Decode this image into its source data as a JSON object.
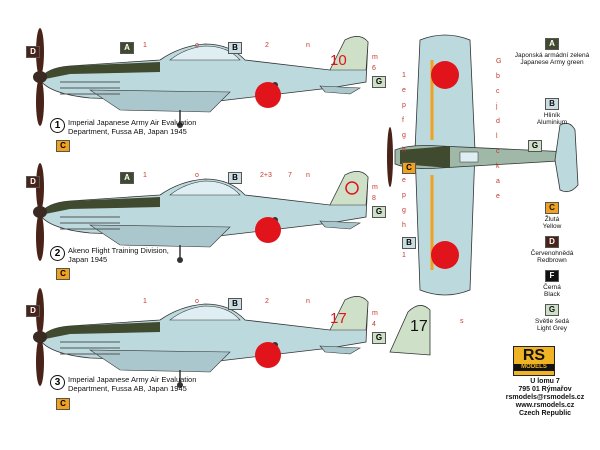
{
  "colors": {
    "A": "#3f4a2e",
    "B": "#c9dde3",
    "C": "#f0a21e",
    "D": "#4a2318",
    "F": "#111111",
    "G": "#cfe0c8",
    "hinomaru": "#e0141a",
    "fuselage": "#bcd9de"
  },
  "profiles": [
    {
      "number": "1",
      "caption_line1": "Imperial Japanese Army Air Evaluation",
      "caption_line2": "Department, Fussa AB, Japan 1945",
      "tail_code": "10",
      "callouts_top": [
        "A",
        "1",
        "o",
        "B",
        "2",
        "n"
      ],
      "callouts_right": [
        "m",
        "6",
        "G"
      ],
      "left_tags": [
        "D",
        "C"
      ]
    },
    {
      "number": "2",
      "caption_line1": "Akeno Flight Training Division,",
      "caption_line2": "Japan 1945",
      "tail_code": "",
      "callouts_top": [
        "A",
        "1",
        "o",
        "B",
        "2+3",
        "7",
        "n"
      ],
      "callouts_right": [
        "m",
        "8",
        "G"
      ],
      "left_tags": [
        "D",
        "C"
      ]
    },
    {
      "number": "3",
      "caption_line1": "Imperial Japanese Army Air Evaluation",
      "caption_line2": "Department, Fussa AB, Japan 1945",
      "tail_code": "17",
      "callouts_top": [
        "1",
        "o",
        "B",
        "2",
        "n"
      ],
      "callouts_right": [
        "m",
        "4",
        "G"
      ],
      "left_tags": [
        "D",
        "C"
      ]
    }
  ],
  "tail_detail": {
    "code": "17",
    "callout": "s"
  },
  "top_view": {
    "left_callouts": [
      "1",
      "e",
      "p",
      "f",
      "g",
      "h",
      "C",
      "e",
      "p",
      "g",
      "h",
      "B",
      "1"
    ],
    "right_callouts": [
      "G",
      "b",
      "c",
      "j",
      "d",
      "l",
      "c",
      "k",
      "a",
      "e"
    ],
    "tail_tag": "G"
  },
  "legend": [
    {
      "code": "A",
      "cz": "Japonská armádní zelená",
      "en": "Japanese Army green"
    },
    {
      "code": "B",
      "cz": "Hliník",
      "en": "Aluminium"
    },
    {
      "code": "C",
      "cz": "Žlutá",
      "en": "Yellow"
    },
    {
      "code": "D",
      "cz": "Červenohnědá",
      "en": "Redbrown"
    },
    {
      "code": "F",
      "cz": "Černá",
      "en": "Black"
    },
    {
      "code": "G",
      "cz": "Světle šedá",
      "en": "Light Grey"
    }
  ],
  "brand": {
    "logo_text": "RS",
    "logo_sub": "MODELS",
    "address": [
      "U lomu 7",
      "795 01 Rýmařov",
      "rsmodels@rsmodels.cz",
      "www.rsmodels.cz",
      "Czech Republic"
    ]
  }
}
